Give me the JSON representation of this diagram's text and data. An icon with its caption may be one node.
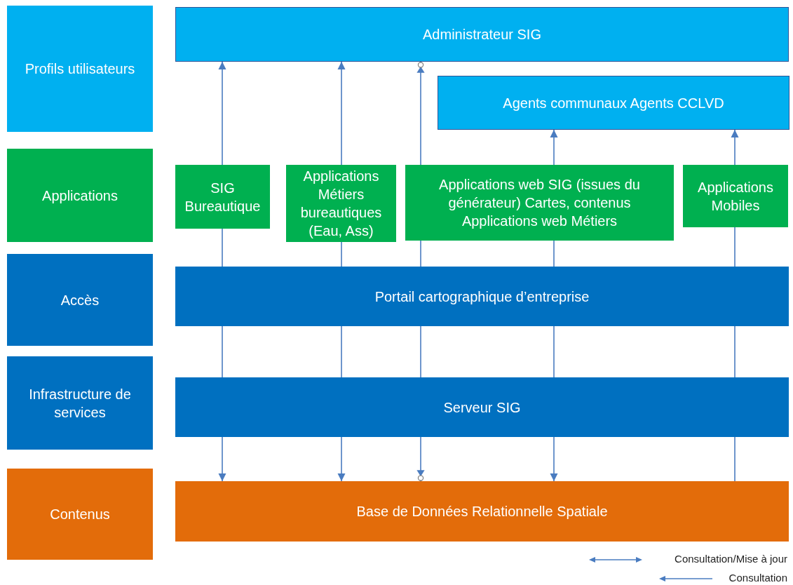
{
  "diagram": {
    "nodes": [
      {
        "text": [
          "Profils utilisateurs"
        ]
      },
      {
        "text": [
          "Administrateur SIG"
        ]
      },
      {
        "text": [
          "Agents communaux Agents CCLVD"
        ]
      },
      {
        "text": [
          "Applications"
        ]
      },
      {
        "text": [
          "SIG Bureautique"
        ]
      },
      {
        "text": [
          "Applications Métiers bureautiques (Eau, Ass)"
        ]
      },
      {
        "text": [
          "Applications web SIG (issues du générateur) Cartes, contenus Applications web Métiers"
        ]
      },
      {
        "text": [
          "Applications Mobiles"
        ]
      },
      {
        "text": [
          "Accès"
        ]
      },
      {
        "text": [
          "Portail cartographique d’entreprise"
        ]
      },
      {
        "text": [
          "Infrastructure de services"
        ]
      },
      {
        "text": [
          "Serveur SIG"
        ]
      },
      {
        "text": [
          "Contenus"
        ]
      },
      {
        "text": [
          "Base de Données Relationnelle Spatiale"
        ]
      }
    ],
    "edges": [
      {
        "from": 4,
        "to": 1,
        "arrow": "to"
      },
      {
        "from": 4,
        "to": 9,
        "arrow": "none"
      },
      {
        "from": 9,
        "to": 11,
        "arrow": "none"
      },
      {
        "from": 11,
        "to": 13,
        "arrow": "to"
      },
      {
        "from": 5,
        "to": 1,
        "arrow": "to"
      },
      {
        "from": 5,
        "to": 9,
        "arrow": "none"
      },
      {
        "from": 9,
        "to": 11,
        "arrow": "none"
      },
      {
        "from": 11,
        "to": 13,
        "arrow": "to"
      },
      {
        "from": 6,
        "to": 1,
        "arrow": "to"
      },
      {
        "from": 6,
        "to": 9,
        "arrow": "none"
      },
      {
        "from": 9,
        "to": 11,
        "arrow": "none"
      },
      {
        "from": 11,
        "to": 13,
        "arrow": "to"
      },
      {
        "from": 6,
        "to": 2,
        "arrow": "to"
      },
      {
        "from": 6,
        "to": 9,
        "arrow": "none"
      },
      {
        "from": 9,
        "to": 11,
        "arrow": "none"
      },
      {
        "from": 11,
        "to": 13,
        "arrow": "to"
      },
      {
        "from": 7,
        "to": 2,
        "arrow": "to"
      },
      {
        "from": 7,
        "to": 9,
        "arrow": "none"
      },
      {
        "from": 9,
        "to": 11,
        "arrow": "none"
      },
      {
        "from": 11,
        "to": 13,
        "arrow": "none"
      }
    ],
    "legend": [
      {
        "text": "Consultation/Mise à jour"
      },
      {
        "text": "Consultation"
      }
    ]
  }
}
